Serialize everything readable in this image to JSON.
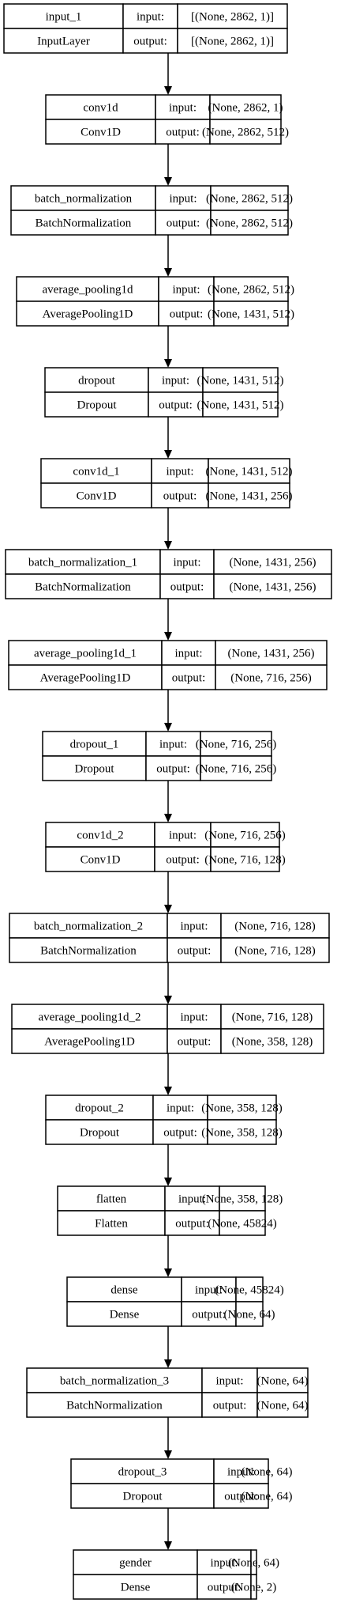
{
  "labels": {
    "input": "input:",
    "output": "output:"
  },
  "layers": [
    {
      "name": "input_1",
      "type": "InputLayer",
      "input": "[(None, 2862, 1)]",
      "output": "[(None, 2862, 1)]"
    },
    {
      "name": "conv1d",
      "type": "Conv1D",
      "input": "(None, 2862, 1)",
      "output": "(None, 2862, 512)"
    },
    {
      "name": "batch_normalization",
      "type": "BatchNormalization",
      "input": "(None, 2862, 512)",
      "output": "(None, 2862, 512)"
    },
    {
      "name": "average_pooling1d",
      "type": "AveragePooling1D",
      "input": "(None, 2862, 512)",
      "output": "(None, 1431, 512)"
    },
    {
      "name": "dropout",
      "type": "Dropout",
      "input": "(None, 1431, 512)",
      "output": "(None, 1431, 512)"
    },
    {
      "name": "conv1d_1",
      "type": "Conv1D",
      "input": "(None, 1431, 512)",
      "output": "(None, 1431, 256)"
    },
    {
      "name": "batch_normalization_1",
      "type": "BatchNormalization",
      "input": "(None, 1431, 256)",
      "output": "(None, 1431, 256)"
    },
    {
      "name": "average_pooling1d_1",
      "type": "AveragePooling1D",
      "input": "(None, 1431, 256)",
      "output": "(None, 716, 256)"
    },
    {
      "name": "dropout_1",
      "type": "Dropout",
      "input": "(None, 716, 256)",
      "output": "(None, 716, 256)"
    },
    {
      "name": "conv1d_2",
      "type": "Conv1D",
      "input": "(None, 716, 256)",
      "output": "(None, 716, 128)"
    },
    {
      "name": "batch_normalization_2",
      "type": "BatchNormalization",
      "input": "(None, 716, 128)",
      "output": "(None, 716, 128)"
    },
    {
      "name": "average_pooling1d_2",
      "type": "AveragePooling1D",
      "input": "(None, 716, 128)",
      "output": "(None, 358, 128)"
    },
    {
      "name": "dropout_2",
      "type": "Dropout",
      "input": "(None, 358, 128)",
      "output": "(None, 358, 128)"
    },
    {
      "name": "flatten",
      "type": "Flatten",
      "input": "(None, 358, 128)",
      "output": "(None, 45824)"
    },
    {
      "name": "dense",
      "type": "Dense",
      "input": "(None, 45824)",
      "output": "(None, 64)"
    },
    {
      "name": "batch_normalization_3",
      "type": "BatchNormalization",
      "input": "(None, 64)",
      "output": "(None, 64)"
    },
    {
      "name": "dropout_3",
      "type": "Dropout",
      "input": "(None, 64)",
      "output": "(None, 64)"
    },
    {
      "name": "gender",
      "type": "Dense",
      "input": "(None, 64)",
      "output": "(None, 2)"
    }
  ]
}
